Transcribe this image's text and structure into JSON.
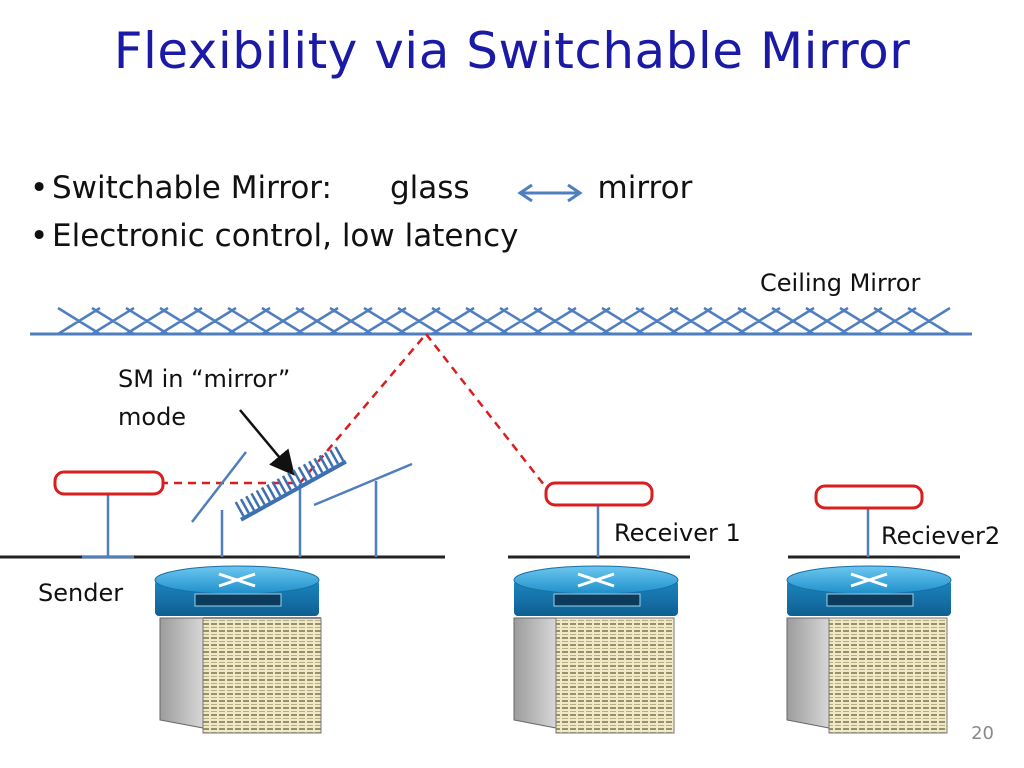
{
  "slide": {
    "title": "Flexibility via Switchable Mirror",
    "bullets": [
      {
        "dot": "•",
        "label": "Switchable Mirror:",
        "from": "glass",
        "to": "mirror"
      },
      {
        "dot": "•",
        "text": "Electronic control, low latency"
      }
    ],
    "labels": {
      "ceiling_mirror": "Ceiling Mirror",
      "sm_line1": "SM in “mirror”",
      "sm_line2": "mode",
      "sender": "Sender",
      "receiver1": "Receiver 1",
      "receiver2": "Reciever2"
    },
    "page_number": "20"
  },
  "colors": {
    "title": "#1a1aa6",
    "line_blue": "#4f7fbf",
    "beam_red": "#d81e1e",
    "router_blue": "#2e9fd6",
    "rack_grey": "#b8b8b8"
  }
}
